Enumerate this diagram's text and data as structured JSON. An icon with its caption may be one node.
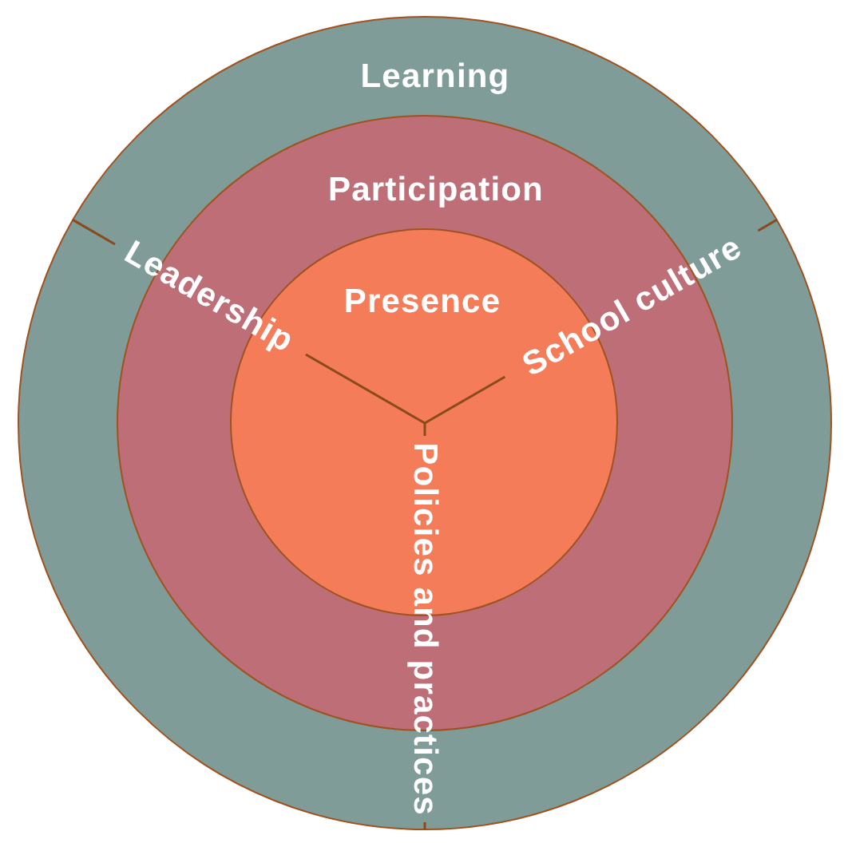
{
  "diagram": {
    "nodes": [
      {
        "text": [
          "Learning"
        ]
      },
      {
        "text": [
          "Participation"
        ],
        "in": 0
      },
      {
        "text": [
          "Presence"
        ],
        "in": 1
      }
    ],
    "labels": [
      "Leadership",
      "School culture",
      "Policies and practices"
    ]
  }
}
